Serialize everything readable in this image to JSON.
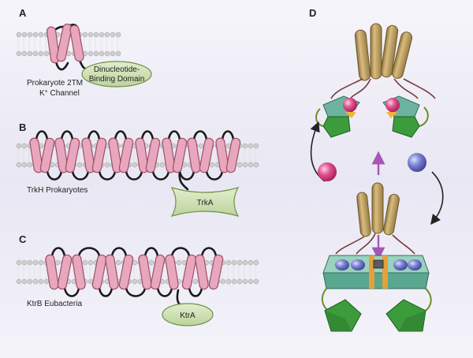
{
  "panels": {
    "a": {
      "letter": "A",
      "caption_line1": "Prokaryote 2TM",
      "caption_line2_main": "K",
      "caption_line2_sup": "+",
      "caption_line2_rest": " Channel",
      "domain_line1": "Dinucleotide-",
      "domain_line2": "Binding Domain"
    },
    "b": {
      "letter": "B",
      "caption": "TrkH Prokaryotes",
      "domain": "TrkA"
    },
    "c": {
      "letter": "C",
      "caption": "KtrB Eubacteria",
      "domain": "KtrA"
    },
    "d": {
      "letter": "D"
    }
  },
  "colors": {
    "background": "#e9e8f3",
    "membrane_head": "#c9c9c9",
    "helix": "#e8a7bd",
    "loop": "#1a1a1a",
    "domain_fill": "#cfe0b5",
    "tm_helix_gold": "#b89a5a",
    "rck_teal": "#6db3a0",
    "rck_green": "#3c9c3c",
    "ion_pink": "#d8357a",
    "ion_blue": "#6c70c8",
    "arrow_purple": "#a457b5"
  }
}
